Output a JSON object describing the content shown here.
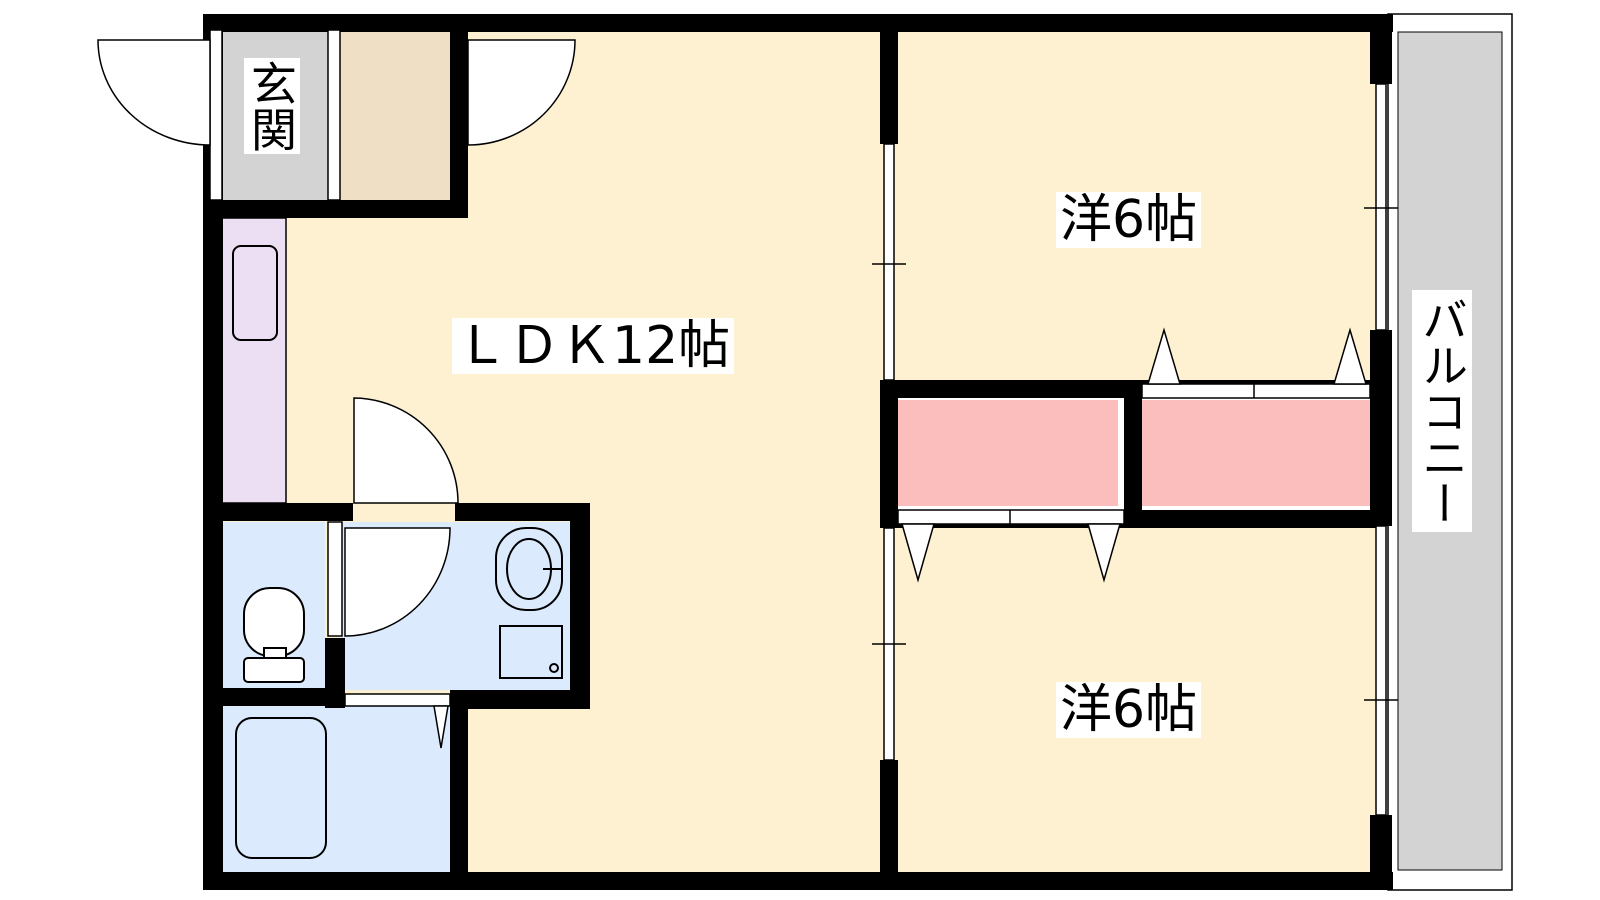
{
  "rooms": {
    "genkan": "玄関",
    "ldk": "ＬＤＫ12帖",
    "western_1": "洋6帖",
    "western_2": "洋6帖",
    "balcony": "バルコニー"
  },
  "colors": {
    "wall": "#000000",
    "floor": "#fdf1d2",
    "entrance_floor": "#d3d3d3",
    "entrance_step": "#efdfc5",
    "wet_area": "#dbeafd",
    "kitchen": "#ecdff3",
    "closet": "#fcbdbd",
    "balcony": "#d3d3d3"
  }
}
